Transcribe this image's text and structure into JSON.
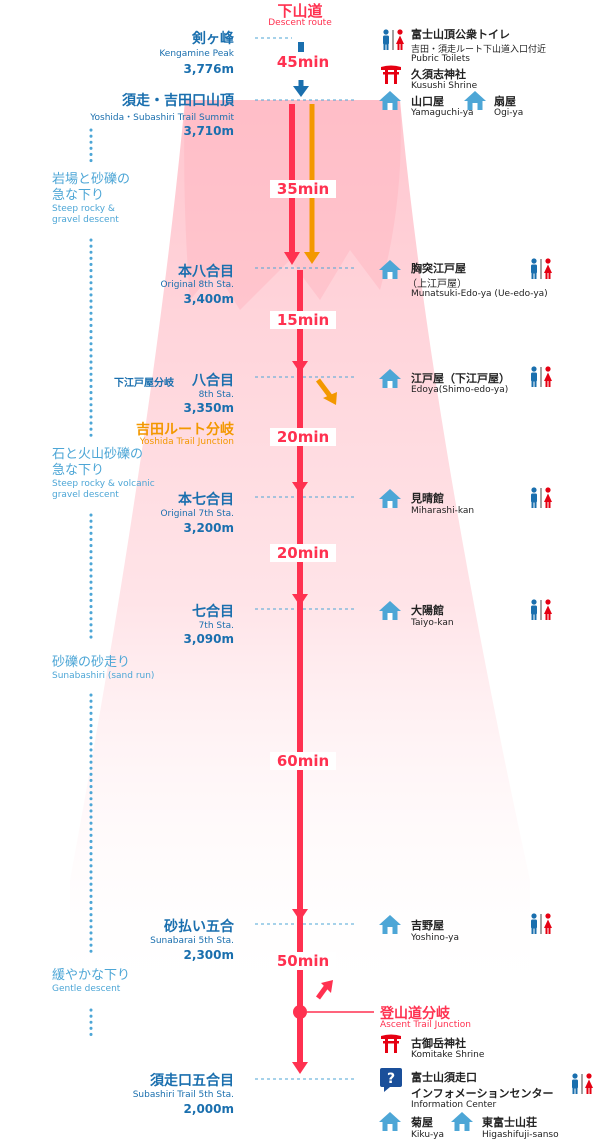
{
  "header": {
    "title": "下山道",
    "subtitle": "Descent route"
  },
  "stations": [
    {
      "jp": "剣ヶ峰",
      "en": "Kengamine Peak",
      "elev": "3,776m"
    },
    {
      "jp": "須走・吉田口山頂",
      "en": "Yoshida・Subashiri Trail Summit",
      "elev": "3,710m"
    },
    {
      "jp": "本八合目",
      "en": "Original 8th Sta.",
      "elev": "3,400m"
    },
    {
      "jp": "八合目",
      "en": "8th Sta.",
      "elev": "3,350m",
      "prefix": "下江戸屋分岐"
    },
    {
      "jp": "本七合目",
      "en": "Original 7th Sta.",
      "elev": "3,200m"
    },
    {
      "jp": "七合目",
      "en": "7th Sta.",
      "elev": "3,090m"
    },
    {
      "jp": "砂払い五合",
      "en": "Sunabarai 5th Sta.",
      "elev": "2,300m"
    },
    {
      "jp": "須走口五合目",
      "en": "Subashiri Trail 5th Sta.",
      "elev": "2,000m"
    }
  ],
  "junctions": {
    "yoshida": {
      "jp": "吉田ルート分岐",
      "en": "Yoshida Trail Junction"
    },
    "ascent": {
      "jp": "登山道分岐",
      "en": "Ascent Trail Junction"
    }
  },
  "durations": [
    "45min",
    "35min",
    "15min",
    "20min",
    "20min",
    "60min",
    "50min"
  ],
  "terrain": [
    {
      "jp1": "岩場と砂礫の",
      "jp2": "急な下り",
      "en1": "Steep rocky &",
      "en2": "gravel descent"
    },
    {
      "jp1": "石と火山砂礫の",
      "jp2": "急な下り",
      "en1": "Steep rocky & volcanic",
      "en2": "gravel descent"
    },
    {
      "jp1": "砂礫の砂走り",
      "en1": "Sunabashiri (sand run)"
    },
    {
      "jp1": "緩やかな下り",
      "en1": "Gentle descent"
    }
  ],
  "facilities": {
    "toilet_summit": {
      "jp": "富士山頂公衆トイレ",
      "sub": "吉田・須走ルート下山道入口付近",
      "en": "Pubric Toilets"
    },
    "kusushi": {
      "jp": "久須志神社",
      "en": "Kusushi Shrine"
    },
    "yamaguchi": {
      "jp": "山口屋",
      "en": "Yamaguchi-ya"
    },
    "ogi": {
      "jp": "扇屋",
      "en": "Ogi-ya"
    },
    "munatsuki": {
      "jp": "胸突江戸屋",
      "jp2": "（上江戸屋）",
      "en": "Munatsuki-Edo-ya (Ue-edo-ya)"
    },
    "edoya": {
      "jp": "江戸屋（下江戸屋）",
      "en": "Edoya(Shimo-edo-ya)"
    },
    "miharashi": {
      "jp": "見晴館",
      "en": "Miharashi-kan"
    },
    "taiyo": {
      "jp": "大陽館",
      "en": "Taiyo-kan"
    },
    "yoshino": {
      "jp": "吉野屋",
      "en": "Yoshino-ya"
    },
    "komitake": {
      "jp": "古御岳神社",
      "en": "Komitake Shrine"
    },
    "info": {
      "jp": "富士山須走口",
      "jp2": "インフォメーションセンター",
      "en": "Information Center"
    },
    "kiku": {
      "jp": "菊屋",
      "en": "Kiku-ya"
    },
    "higashi": {
      "jp": "東富士山荘",
      "en": "Higashifuji-sanso"
    }
  },
  "colors": {
    "route": "#ff3150",
    "station": "#1a6fae",
    "terrain": "#4da6d6",
    "yoshida": "#f39800",
    "mountain": "#ffd6dc",
    "toilet_male": "#1a6fae",
    "toilet_female": "#e60012",
    "shrine": "#e60012"
  }
}
